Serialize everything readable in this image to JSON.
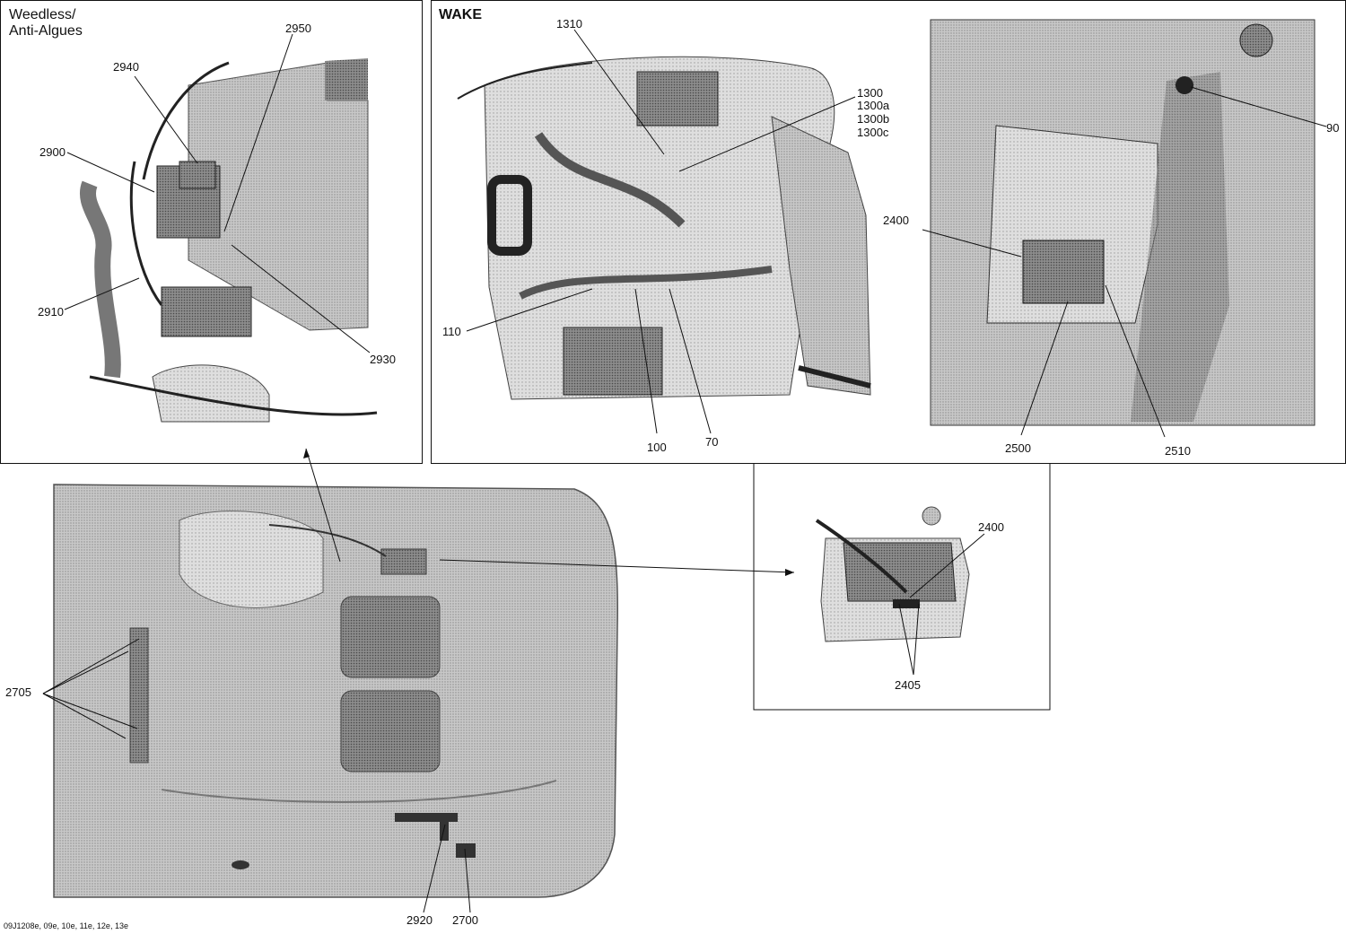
{
  "titles": {
    "weedless_line1": "Weedless/",
    "weedless_line2": "Anti-Algues",
    "wake": "WAKE"
  },
  "callouts": {
    "c2950": "2950",
    "c2940": "2940",
    "c2900": "2900",
    "c2910": "2910",
    "c2930": "2930",
    "c1310": "1310",
    "c1300": "1300",
    "c1300a": "1300a",
    "c1300b": "1300b",
    "c1300c": "1300c",
    "c110": "110",
    "c100": "100",
    "c70": "70",
    "c90": "90",
    "c2400_top": "2400",
    "c2500": "2500",
    "c2510": "2510",
    "c2400_mid": "2400",
    "c2405": "2405",
    "c2705": "2705",
    "c2920": "2920",
    "c2700": "2700"
  },
  "footer": "09J1208e, 09e, 10e, 11e, 12e, 13e",
  "colors": {
    "line": "#111111",
    "part_dark": "#3a3a3a",
    "part_mid": "#8a8a8a",
    "hull": "#b9b9b9",
    "panel_bg": "#ffffff"
  }
}
